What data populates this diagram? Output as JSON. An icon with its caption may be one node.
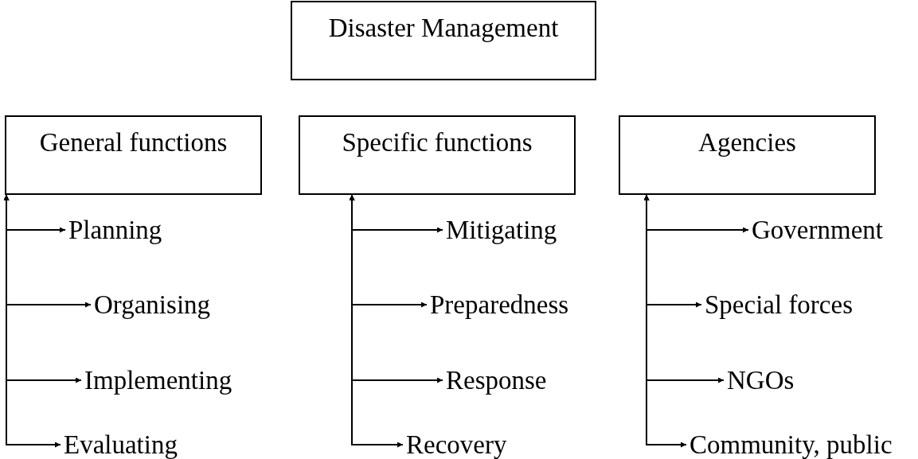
{
  "diagram": {
    "nodes": [
      {
        "text": [
          "Disaster Management"
        ]
      },
      {
        "text": [
          "General functions"
        ]
      },
      {
        "text": [
          "Specific functions"
        ]
      },
      {
        "text": [
          "Agencies"
        ]
      },
      {
        "text": [
          "Planning"
        ]
      },
      {
        "text": [
          "Organising"
        ]
      },
      {
        "text": [
          "Implementing"
        ]
      },
      {
        "text": [
          "Evaluating"
        ]
      },
      {
        "text": [
          "Mitigating"
        ]
      },
      {
        "text": [
          "Preparedness"
        ]
      },
      {
        "text": [
          "Response"
        ]
      },
      {
        "text": [
          "Recovery"
        ]
      },
      {
        "text": [
          "Government"
        ]
      },
      {
        "text": [
          "Special forces"
        ]
      },
      {
        "text": [
          "NGOs"
        ]
      },
      {
        "text": [
          "Community, public"
        ]
      }
    ],
    "edges": [
      {
        "from": 1,
        "to": 4,
        "arrow": "both"
      },
      {
        "from": 1,
        "to": 5,
        "arrow": "both"
      },
      {
        "from": 1,
        "to": 6,
        "arrow": "both"
      },
      {
        "from": 1,
        "to": 7,
        "arrow": "both"
      },
      {
        "from": 2,
        "to": 8,
        "arrow": "both"
      },
      {
        "from": 2,
        "to": 9,
        "arrow": "both"
      },
      {
        "from": 2,
        "to": 10,
        "arrow": "both"
      },
      {
        "from": 2,
        "to": 11,
        "arrow": "both"
      },
      {
        "from": 3,
        "to": 12,
        "arrow": "both"
      },
      {
        "from": 3,
        "to": 13,
        "arrow": "both"
      },
      {
        "from": 3,
        "to": 14,
        "arrow": "both"
      },
      {
        "from": 3,
        "to": 15,
        "arrow": "both"
      }
    ]
  }
}
